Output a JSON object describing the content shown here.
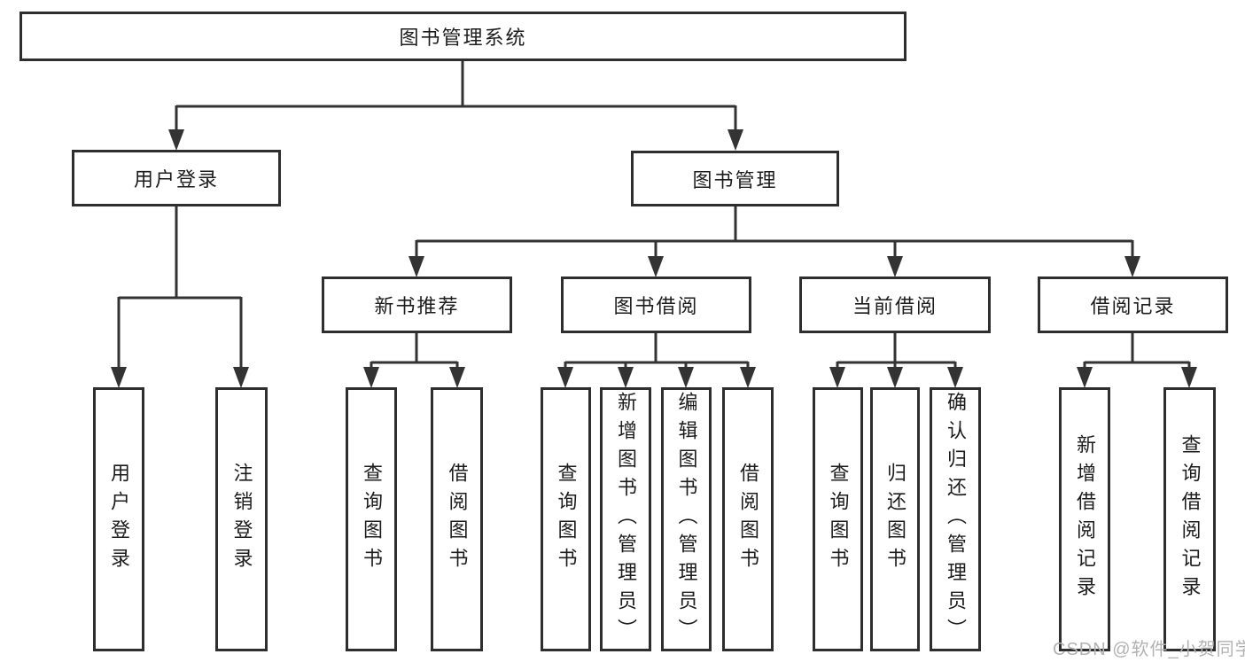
{
  "diagram": {
    "root": {
      "label": "图书管理系统"
    },
    "level2": [
      {
        "label": "用户登录"
      },
      {
        "label": "图书管理"
      }
    ],
    "level3": [
      {
        "label": "新书推荐"
      },
      {
        "label": "图书借阅"
      },
      {
        "label": "当前借阅"
      },
      {
        "label": "借阅记录"
      }
    ],
    "leaves": [
      {
        "group": "用户登录",
        "label": "用户登录"
      },
      {
        "group": "用户登录",
        "label": "注销登录"
      },
      {
        "group": "新书推荐",
        "label": "查询图书"
      },
      {
        "group": "新书推荐",
        "label": "借阅图书"
      },
      {
        "group": "图书借阅",
        "label": "查询图书"
      },
      {
        "group": "图书借阅",
        "label": "新增图书（管理员）"
      },
      {
        "group": "图书借阅",
        "label": "编辑图书（管理员）"
      },
      {
        "group": "图书借阅",
        "label": "借阅图书"
      },
      {
        "group": "当前借阅",
        "label": "查询图书"
      },
      {
        "group": "当前借阅",
        "label": "归还图书"
      },
      {
        "group": "当前借阅",
        "label": "确认归还（管理员）"
      },
      {
        "group": "借阅记录",
        "label": "新增借阅记录"
      },
      {
        "group": "借阅记录",
        "label": "查询借阅记录"
      }
    ],
    "watermark": "CSDN @软件_小贺同学",
    "colors": {
      "line": "#333333",
      "box_border": "#2e2e2e",
      "text": "#1c1c1c",
      "watermark_text": "#b2b2b2",
      "background": "#ffffff"
    }
  }
}
